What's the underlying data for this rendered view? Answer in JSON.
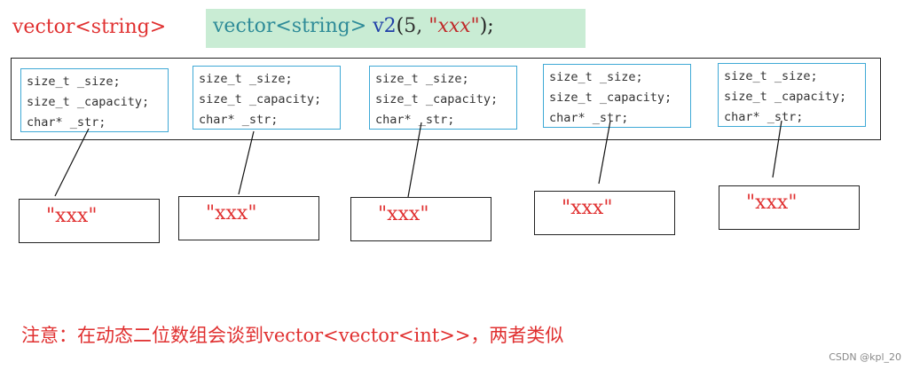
{
  "title_left": "vector<string>",
  "code": {
    "type": "vector",
    "template": "<string>",
    "var": "v2",
    "open": "(",
    "num": "5,",
    "str": "\"xxx\"",
    "close": ");"
  },
  "objects": [
    {
      "field1": "size_t _size;",
      "field2": "size_t _capacity;",
      "field3": "char* _str;"
    },
    {
      "field1": "size_t _size;",
      "field2": "size_t _capacity;",
      "field3": "char* _str;"
    },
    {
      "field1": "size_t _size;",
      "field2": "size_t _capacity;",
      "field3": "char* _str;"
    },
    {
      "field1": "size_t _size;",
      "field2": "size_t _capacity;",
      "field3": "char* _str;"
    },
    {
      "field1": "size_t _size;",
      "field2": "size_t _capacity;",
      "field3": "char* _str;"
    }
  ],
  "strings": [
    "\"xxx\"",
    "\"xxx\"",
    "\"xxx\"",
    "\"xxx\"",
    "\"xxx\""
  ],
  "note": "注意：在动态二位数组会谈到vector<vector<int>>，两者类似",
  "watermark": "CSDN @kpl_20"
}
